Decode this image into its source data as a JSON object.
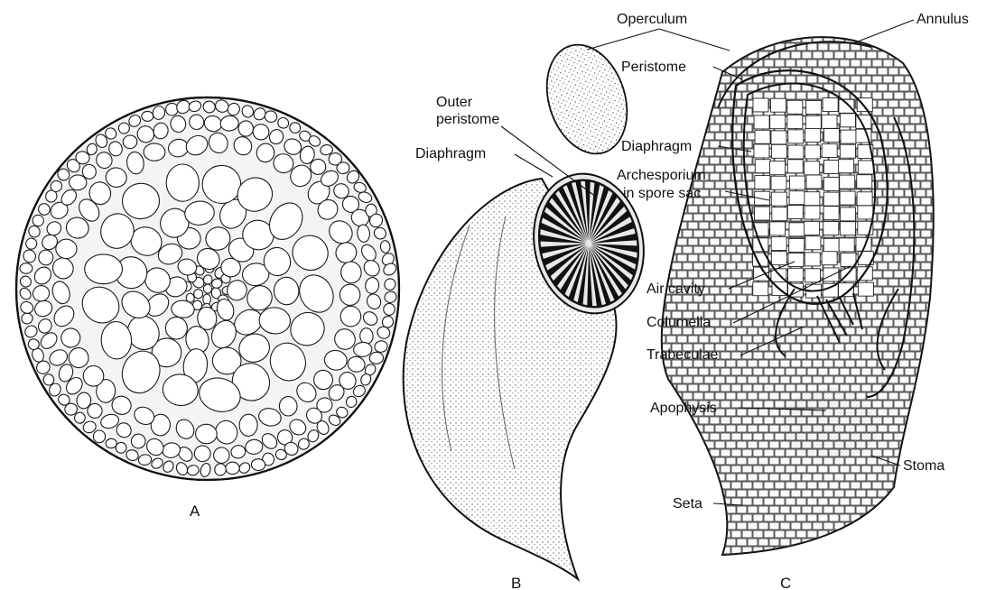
{
  "figure": {
    "panels": {
      "a": "A",
      "b": "B",
      "c": "C"
    },
    "labels": {
      "operculum": "Operculum",
      "annulus": "Annulus",
      "peristome": "Peristome",
      "outer_peristome_line1": "Outer",
      "outer_peristome_line2": "peristome",
      "diaphragm_b": "Diaphragm",
      "diaphragm_c": "Diaphragm",
      "archesporium_line1": "Archesporium",
      "archesporium_line2": "in spore sac",
      "air_cavity": "Air cavity",
      "columella": "Columella",
      "trabeculae": "Trabeculae",
      "apophysis": "Apophysis",
      "stoma": "Stoma",
      "seta": "Seta"
    }
  }
}
